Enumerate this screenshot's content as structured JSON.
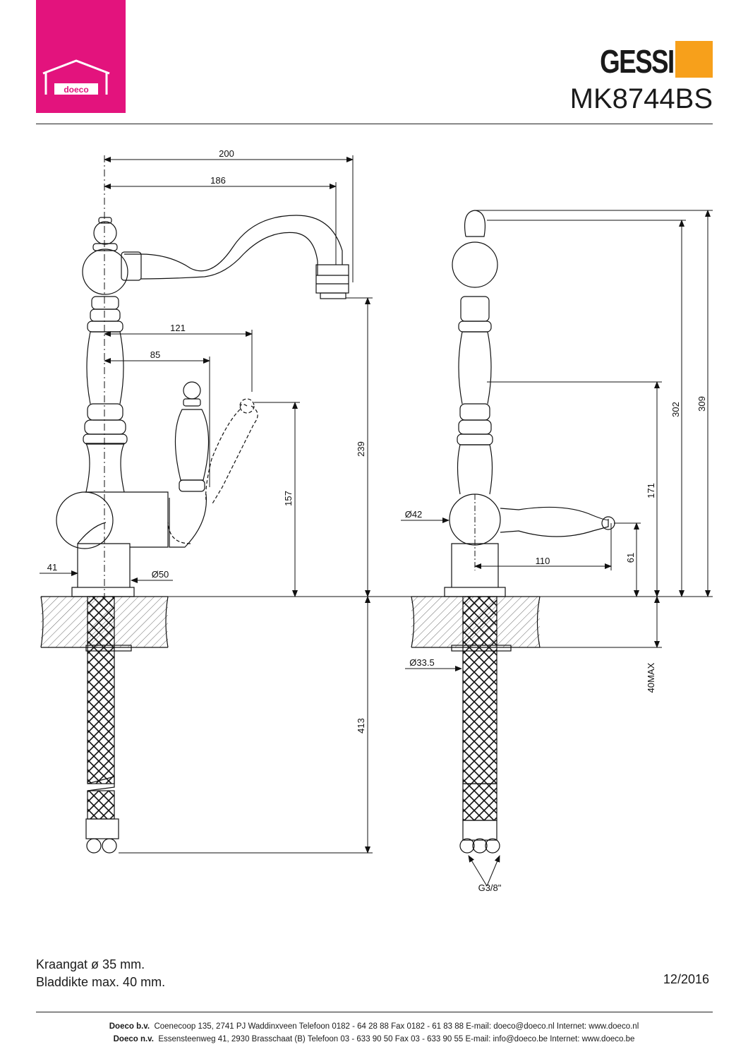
{
  "header": {
    "doeco_logo_text": "doeco",
    "brand_logo_text": "GESSI",
    "model": "MK8744BS",
    "brand_color": "#f7a01b",
    "doeco_color": "#e3137d"
  },
  "dimensions": {
    "front": {
      "d200": "200",
      "d186": "186",
      "d121": "121",
      "d85": "85",
      "d239": "239",
      "d157": "157",
      "d41": "41",
      "d50": "Ø50",
      "d413": "413"
    },
    "side": {
      "d302": "302",
      "d309": "309",
      "d171": "171",
      "d42": "Ø42",
      "d110": "110",
      "d61": "61",
      "d335": "Ø33.5",
      "d40max": "40MAX",
      "thread": "G3/8\""
    }
  },
  "notes": {
    "line1": "Kraangat ø 35 mm.",
    "line2": "Bladdikte max. 40 mm.",
    "date": "12/2016"
  },
  "footer": {
    "line1_company": "Doeco b.v.",
    "line1_text": "Coenecoop 135,   2741 PJ  Waddinxveen   Telefoon 0182 - 64 28 88   Fax 0182 - 61 83 88   E-mail: doeco@doeco.nl   Internet: www.doeco.nl",
    "line2_company": "Doeco n.v.",
    "line2_text": "Essensteenweg 41, 2930  Brasschaat (B)  Telefoon 03 - 633 90 50   Fax 03 - 633 90 55   E-mail: info@doeco.be   Internet: www.doeco.be"
  }
}
